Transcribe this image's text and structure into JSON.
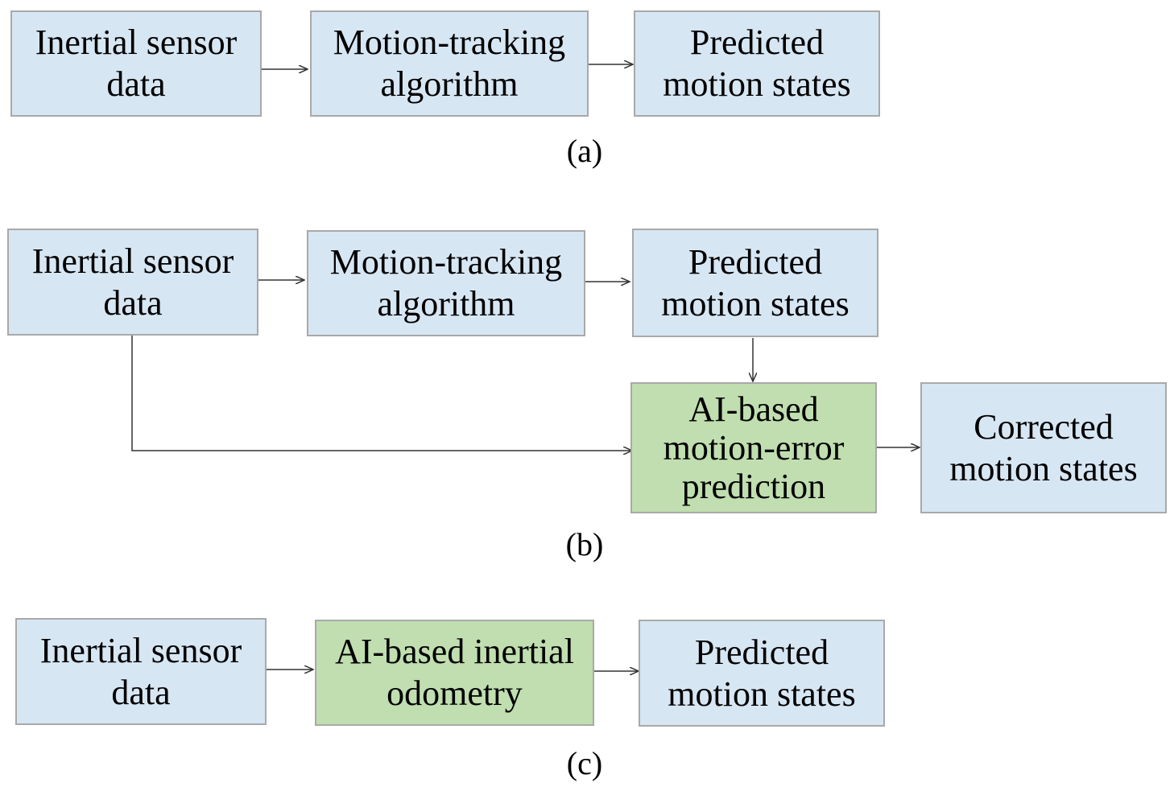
{
  "colors": {
    "input_box": "#d7e6f3",
    "ai_box": "#c0deaf",
    "border": "#a9a9a9"
  },
  "panel_a": {
    "caption": "(a)",
    "sensor": [
      "Inertial sensor",
      "data"
    ],
    "algorithm": [
      "Motion-tracking",
      "algorithm"
    ],
    "output": [
      "Predicted",
      "motion states"
    ]
  },
  "panel_b": {
    "caption": "(b)",
    "sensor": [
      "Inertial sensor",
      "data"
    ],
    "algorithm": [
      "Motion-tracking",
      "algorithm"
    ],
    "predicted": [
      "Predicted",
      "motion states"
    ],
    "ai": [
      "AI-based",
      "motion-error",
      "prediction"
    ],
    "corrected": [
      "Corrected",
      "motion states"
    ]
  },
  "panel_c": {
    "caption": "(c)",
    "sensor": [
      "Inertial sensor",
      "data"
    ],
    "ai": [
      "AI-based inertial",
      "odometry"
    ],
    "output": [
      "Predicted",
      "motion states"
    ]
  }
}
